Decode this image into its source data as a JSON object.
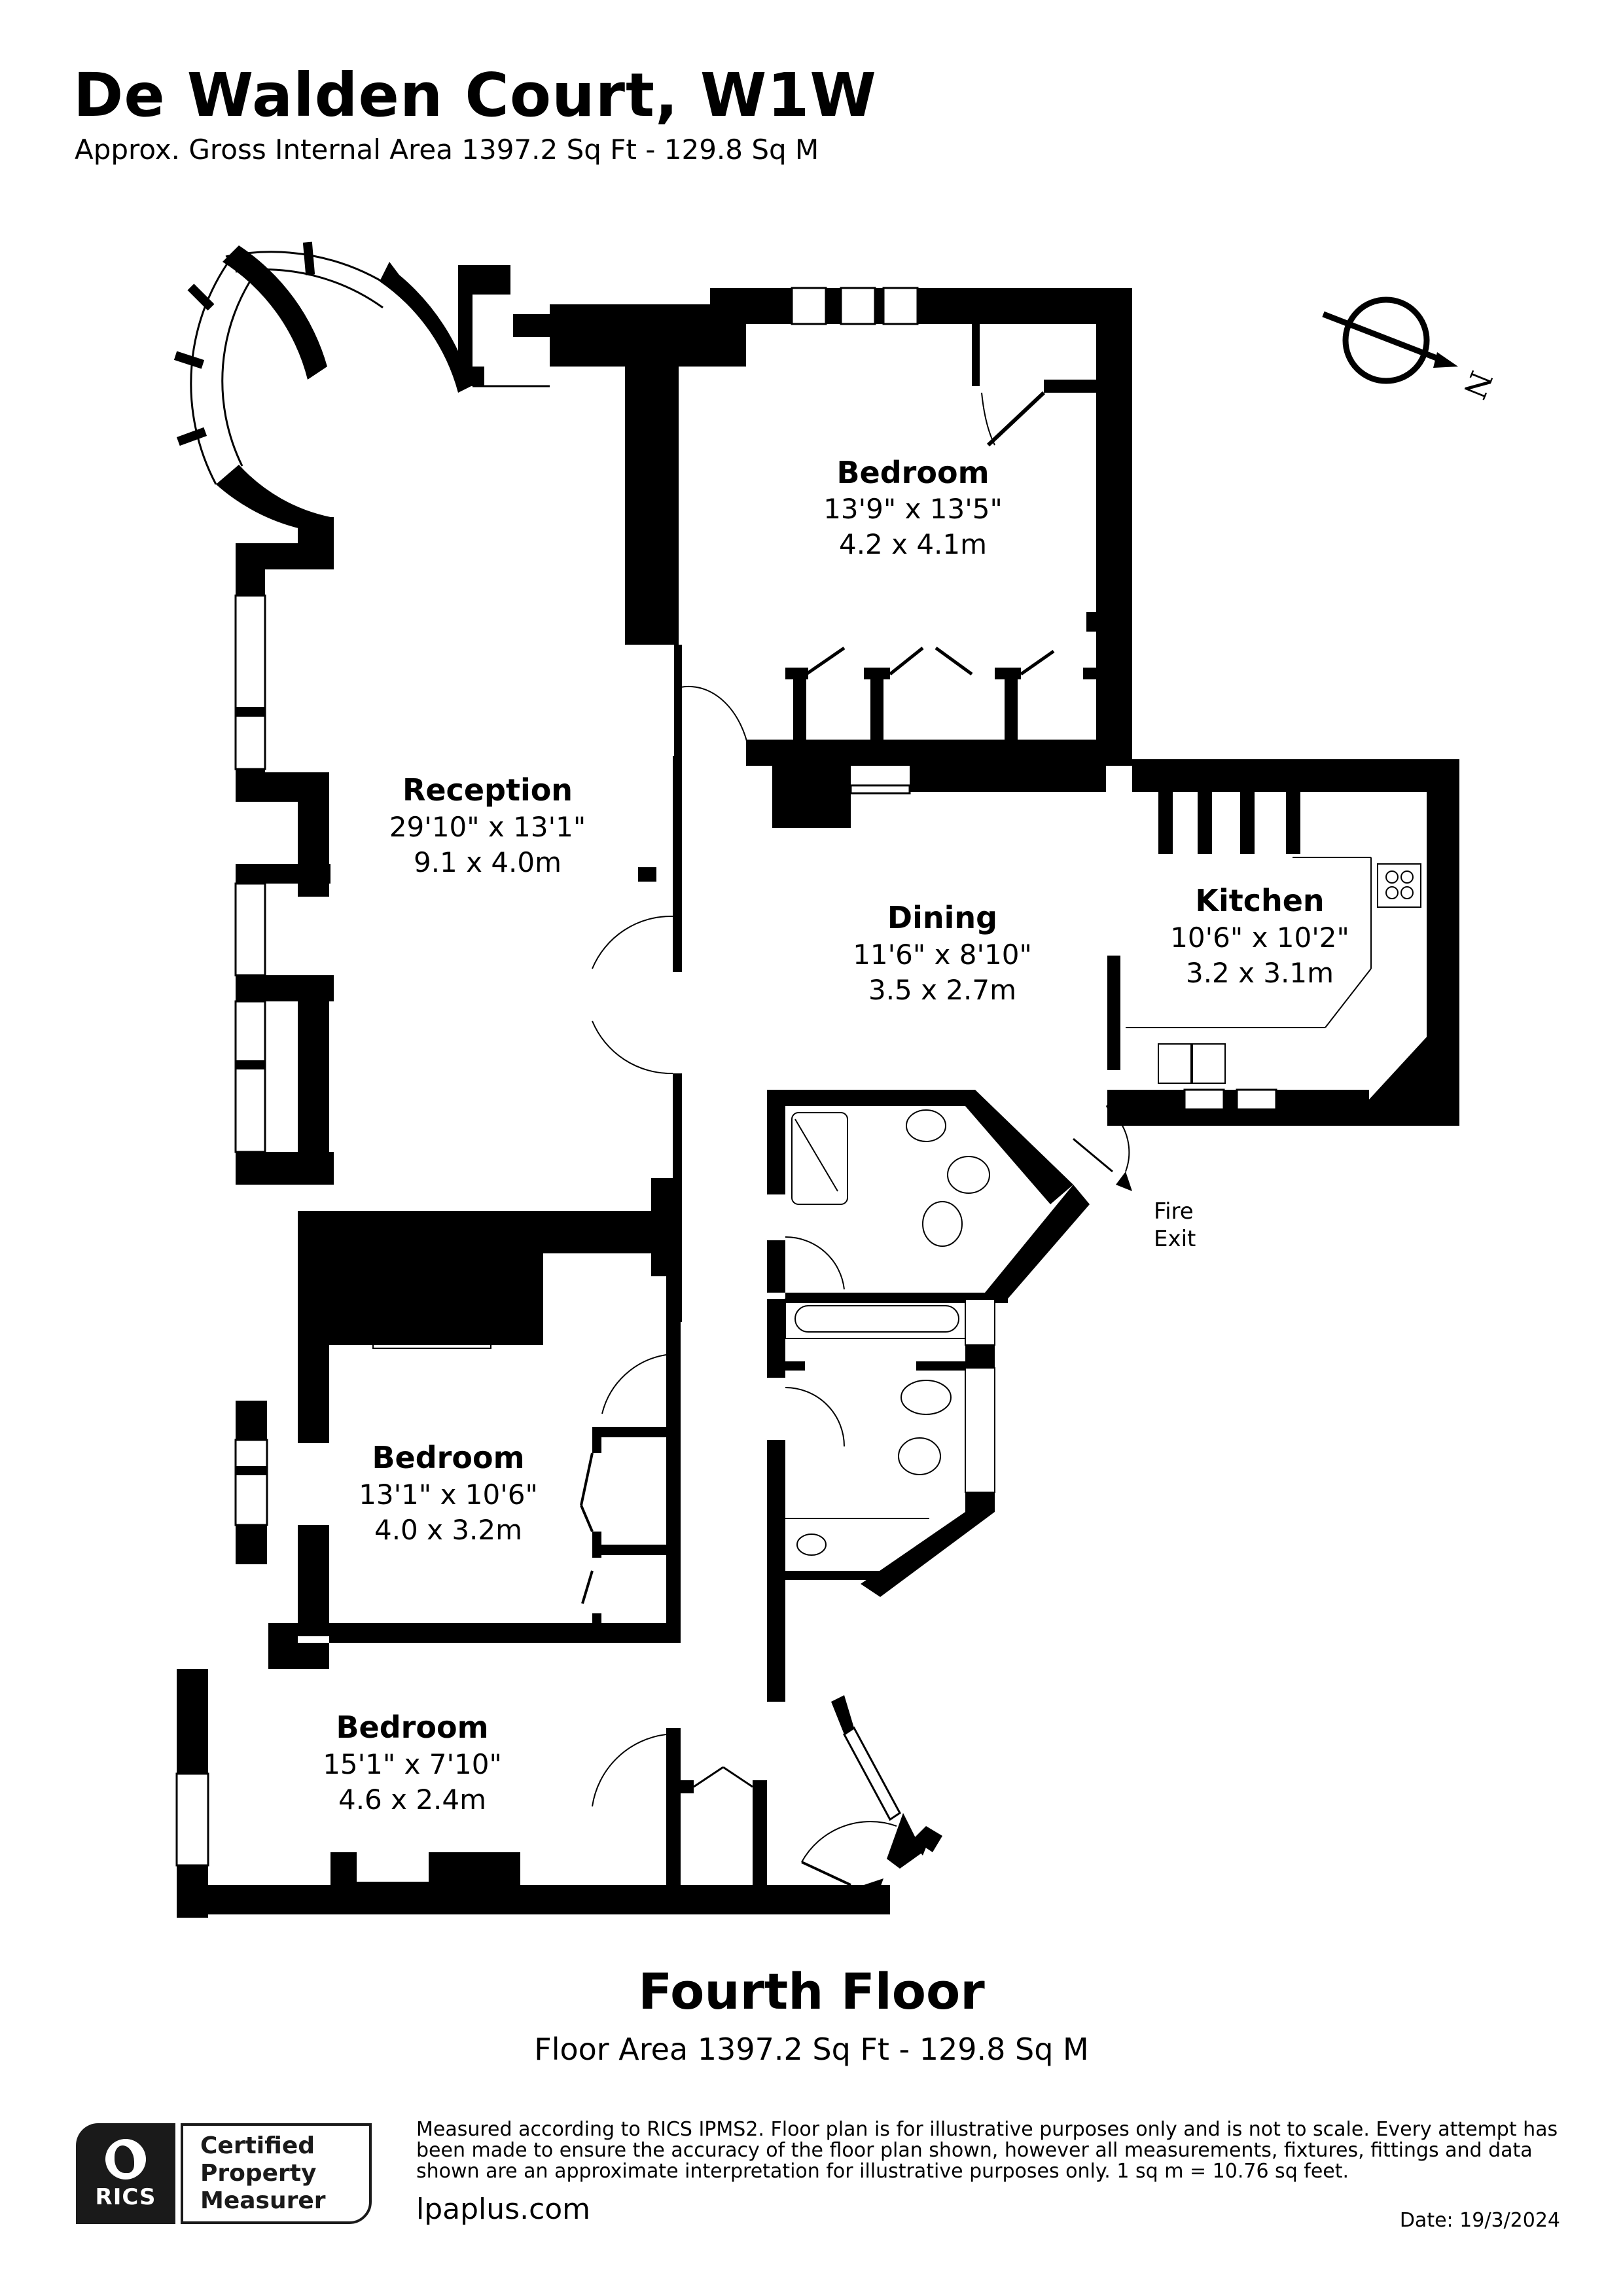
{
  "header": {
    "title": "De Walden Court, W1W",
    "subtitle": "Approx. Gross Internal Area 1397.2 Sq Ft - 129.8 Sq M"
  },
  "compass": {
    "label": "N",
    "icon": "north-arrow-icon"
  },
  "rooms": [
    {
      "id": "bedroom-1",
      "name": "Bedroom",
      "imperial": "13'9\" x 13'5\"",
      "metric": "4.2 x 4.1m"
    },
    {
      "id": "reception",
      "name": "Reception",
      "imperial": "29'10\" x 13'1\"",
      "metric": "9.1 x 4.0m"
    },
    {
      "id": "dining",
      "name": "Dining",
      "imperial": "11'6\" x 8'10\"",
      "metric": "3.5 x 2.7m"
    },
    {
      "id": "kitchen",
      "name": "Kitchen",
      "imperial": "10'6\" x 10'2\"",
      "metric": "3.2 x 3.1m"
    },
    {
      "id": "bedroom-2",
      "name": "Bedroom",
      "imperial": "13'1\" x 10'6\"",
      "metric": "4.0 x 3.2m"
    },
    {
      "id": "bedroom-3",
      "name": "Bedroom",
      "imperial": "15'1\" x 7'10\"",
      "metric": "4.6 x 2.4m"
    }
  ],
  "annotations": {
    "fire_exit_line1": "Fire",
    "fire_exit_line2": "Exit"
  },
  "floor": {
    "title": "Fourth Floor",
    "area": "Floor Area 1397.2 Sq Ft - 129.8 Sq M"
  },
  "footer": {
    "badge": {
      "logo_text": "RICS",
      "line1": "Certified",
      "line2": "Property",
      "line3": "Measurer"
    },
    "disclaimer": "Measured according to RICS IPMS2. Floor plan is for illustrative purposes only and is not to scale. Every attempt has been made to ensure the accuracy of the floor plan shown, however all measurements, fixtures, fittings and data shown are an approximate interpretation for illustrative purposes only. 1 sq m = 10.76 sq feet.",
    "website": "lpaplus.com",
    "date": "Date: 19/3/2024"
  },
  "colors": {
    "wall": "#000000",
    "background": "#ffffff",
    "line": "#000000"
  }
}
